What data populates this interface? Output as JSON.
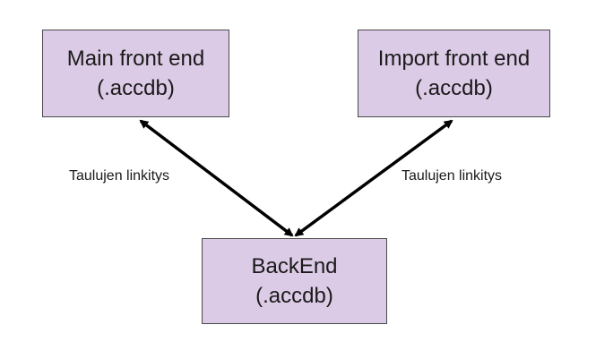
{
  "colors": {
    "node_fill": "#dccbe6",
    "node_border": "#4a4a4a",
    "arrow": "#000000"
  },
  "nodes": {
    "main": {
      "line1": "Main front end",
      "line2": "(.accdb)"
    },
    "import": {
      "line1": "Import front end",
      "line2": "(.accdb)"
    },
    "backend": {
      "line1": "BackEnd",
      "line2": "(.accdb)"
    }
  },
  "edges": {
    "left_label": "Taulujen linkitys",
    "right_label": "Taulujen linkitys"
  }
}
